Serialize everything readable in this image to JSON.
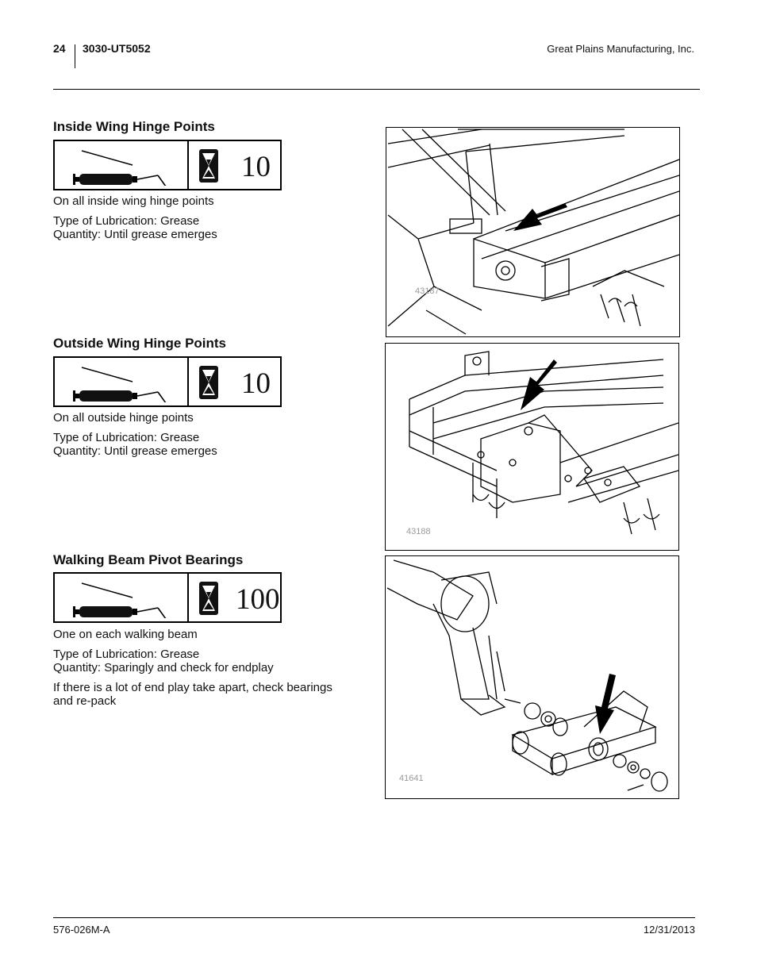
{
  "header": {
    "page_number": "24",
    "document_id": "3030-UT5052",
    "company": "Great Plains Manufacturing, Inc."
  },
  "sections": [
    {
      "title": "Inside Wing Hinge Points",
      "interval": "10",
      "location": "On all inside wing hinge points",
      "lubrication_type": "Type of Lubrication: Grease",
      "quantity": "Quantity: Until grease emerges",
      "figure_number": "43187"
    },
    {
      "title": "Outside Wing Hinge Points",
      "interval": "10",
      "location": "On all outside hinge points",
      "lubrication_type": "Type of Lubrication: Grease",
      "quantity": "Quantity: Until grease emerges",
      "figure_number": "43188"
    },
    {
      "title": "Walking Beam Pivot Bearings",
      "interval": "100",
      "location": "One on each walking beam",
      "lubrication_type": "Type of Lubrication: Grease",
      "quantity": "Quantity: Sparingly and check for endplay",
      "note": "If there is a lot of end play take apart, check bearings and re-pack",
      "figure_number": "41641"
    }
  ],
  "icons": {
    "grease_gun": "grease-gun-icon",
    "interval": "hourglass-icon",
    "pointer": "arrow-icon"
  },
  "footer": {
    "part_number": "576-026M-A",
    "date": "12/31/2013"
  }
}
